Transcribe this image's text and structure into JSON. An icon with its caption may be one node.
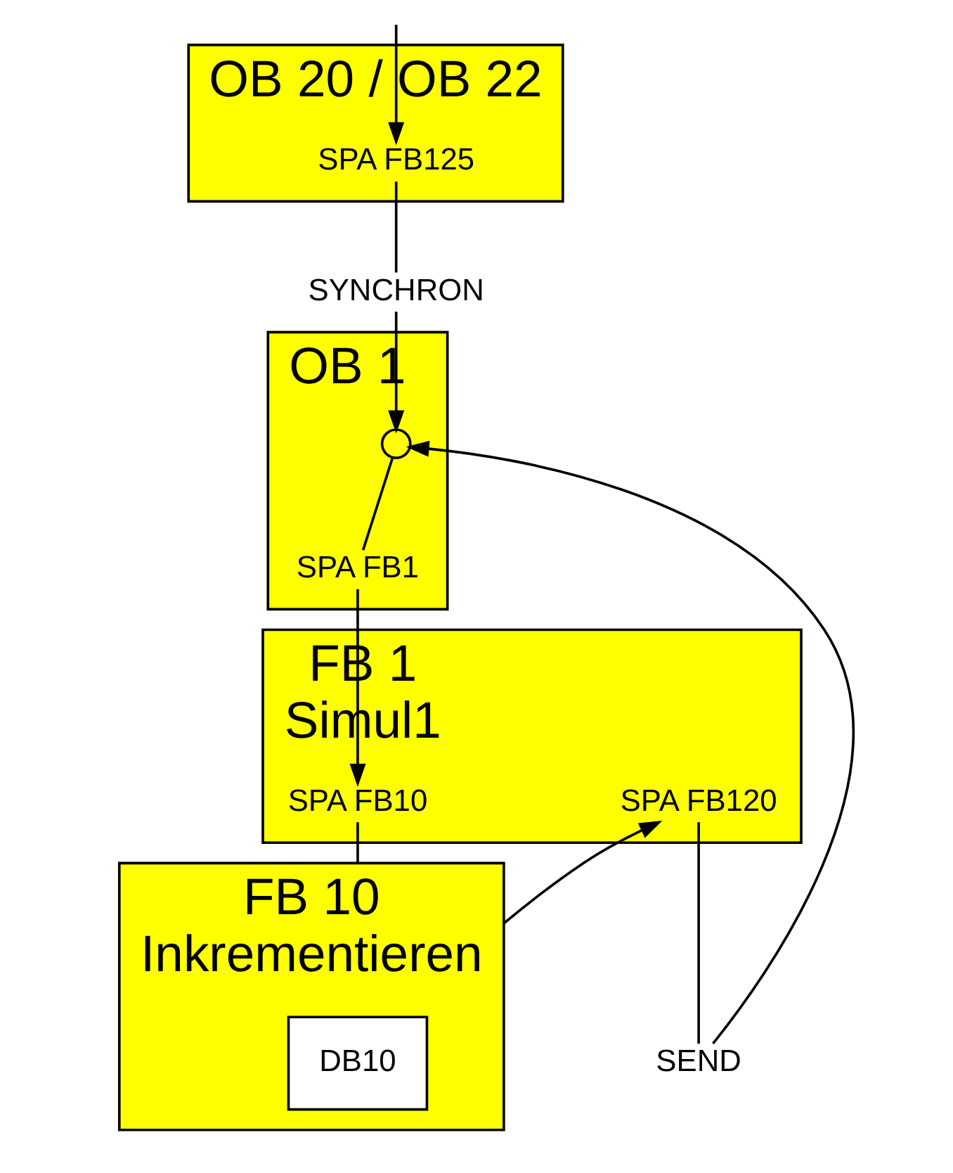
{
  "diagram": {
    "nodes": [
      {
        "text": [
          "OB 20 / OB 22"
        ]
      },
      {
        "text": [
          "SPA FB125"
        ],
        "in": 0
      },
      {
        "text": [
          "SYNCHRON"
        ]
      },
      {
        "text": [
          "OB 1"
        ]
      },
      {
        "text": [],
        "shape": "circle",
        "in": 3
      },
      {
        "text": [
          "SPA FB1"
        ],
        "in": 3
      },
      {
        "text": [
          "FB 1",
          "Simul1"
        ]
      },
      {
        "text": [
          "SPA FB10"
        ],
        "in": 6
      },
      {
        "text": [
          "SPA FB120"
        ],
        "in": 6
      },
      {
        "text": [
          "FB 10",
          "Inkrementieren"
        ]
      },
      {
        "text": [
          "DB10"
        ],
        "in": 9
      },
      {
        "text": [
          "SEND"
        ]
      }
    ],
    "edges": [
      {
        "from": null,
        "to": 1,
        "arrow": "to"
      },
      {
        "from": 1,
        "to": 2,
        "arrow": "none"
      },
      {
        "from": 2,
        "to": 4,
        "arrow": "to"
      },
      {
        "from": 11,
        "to": 4,
        "arrow": "to"
      },
      {
        "from": 4,
        "to": 5,
        "arrow": "none"
      },
      {
        "from": 5,
        "to": 7,
        "arrow": "to"
      },
      {
        "from": 7,
        "to": 9,
        "arrow": "none"
      },
      {
        "from": 9,
        "to": 8,
        "arrow": "to"
      },
      {
        "from": 8,
        "to": 11,
        "arrow": "none"
      }
    ]
  }
}
